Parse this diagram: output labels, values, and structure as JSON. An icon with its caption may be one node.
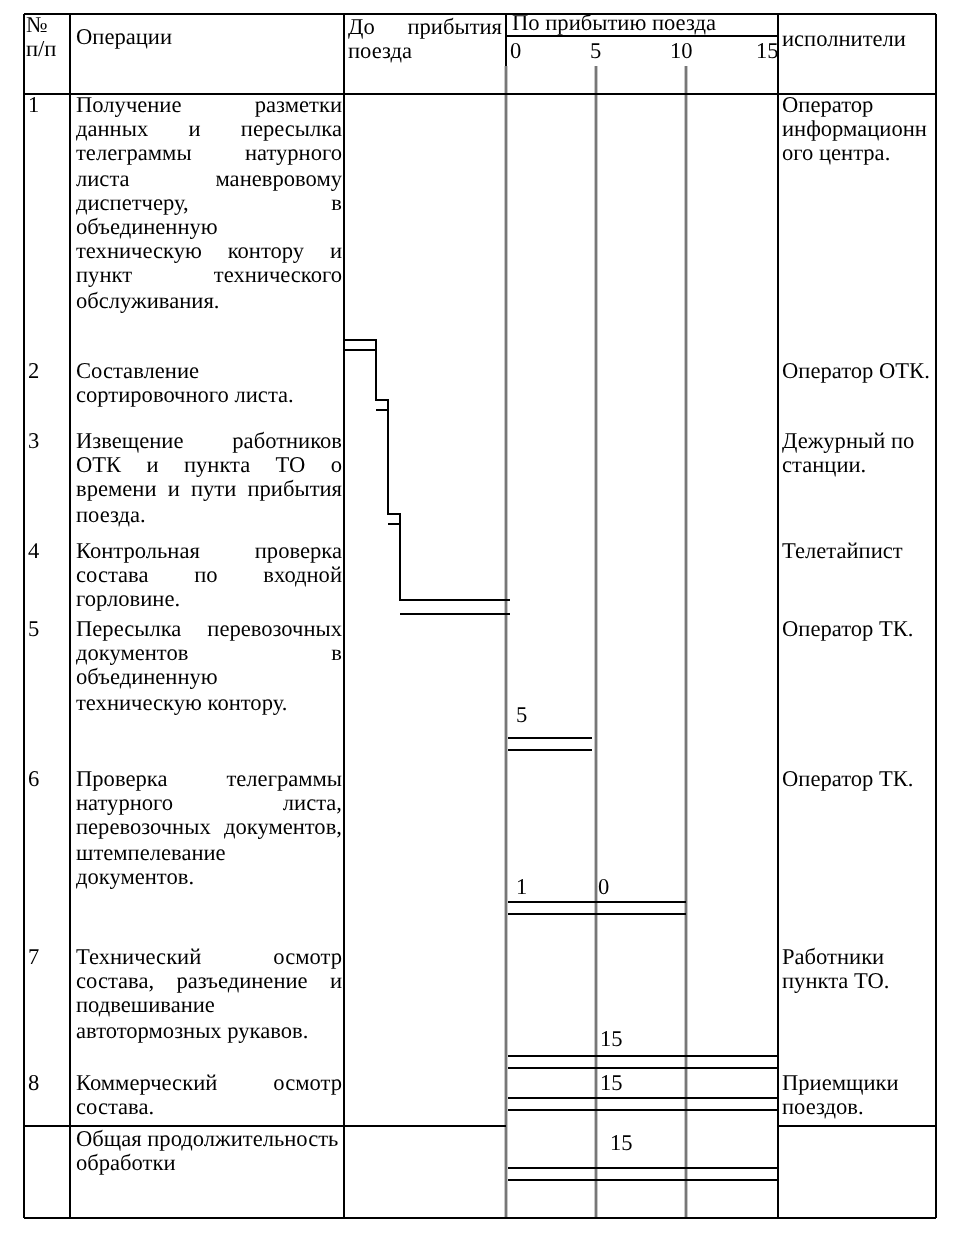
{
  "diagram": {
    "labels": [
      "№ п/п",
      "Операции",
      "До прибытия поезда",
      "По прибытию поезда",
      "0",
      "5",
      "10",
      "15",
      "исполнители",
      "1",
      "Получение разметки данных и пересылка телеграммы натурного листа маневровому диспетчеру, в объединенную техническую контору и пункт технического обслуживания.",
      "Оператор информационного центра.",
      "2",
      "Составление сортировочного листа.",
      "Оператор ОТК.",
      "3",
      "Извещение работников ОТК и пункта ТО о времени и пути прибытия поезда.",
      "Дежурный по станции.",
      "4",
      "Контрольная проверка состава по входной горловине.",
      "Телетайпист",
      "5",
      "Пересылка перевозочных документов в объединенную техническую контору.",
      "5",
      "Оператор ТК.",
      "6",
      "Проверка телеграммы натурного листа, перевозочных документов, штемпелевание документов.",
      "1",
      "0",
      "Оператор ТК.",
      "7",
      "Технический осмотр состава, разъединение и подвешивание автотормозных рукавов.",
      "15",
      "Работники пункта ТО.",
      "8",
      "Коммерческий осмотр состава.",
      "15",
      "Приемщики поездов.",
      "Общая продолжительность обработки",
      "15"
    ]
  }
}
